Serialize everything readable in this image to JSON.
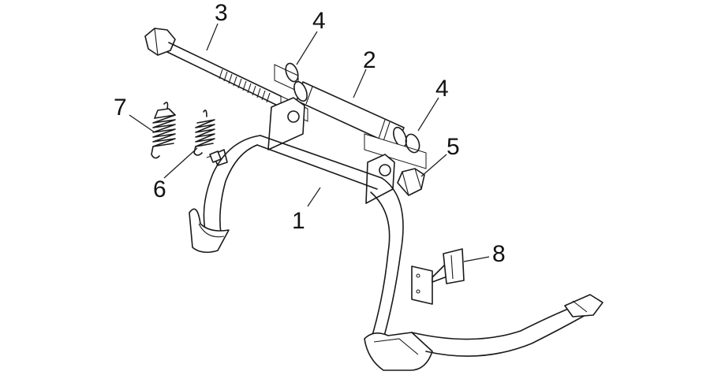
{
  "diagram": {
    "callouts": [
      {
        "id": "frame",
        "label": "1"
      },
      {
        "id": "pivot-tube",
        "label": "2"
      },
      {
        "id": "bolt",
        "label": "3"
      },
      {
        "id": "o-ring-left",
        "label": "4"
      },
      {
        "id": "o-ring-right",
        "label": "4"
      },
      {
        "id": "nut",
        "label": "5"
      },
      {
        "id": "stud",
        "label": "6"
      },
      {
        "id": "spring",
        "label": "7"
      },
      {
        "id": "bumper",
        "label": "8"
      }
    ]
  }
}
